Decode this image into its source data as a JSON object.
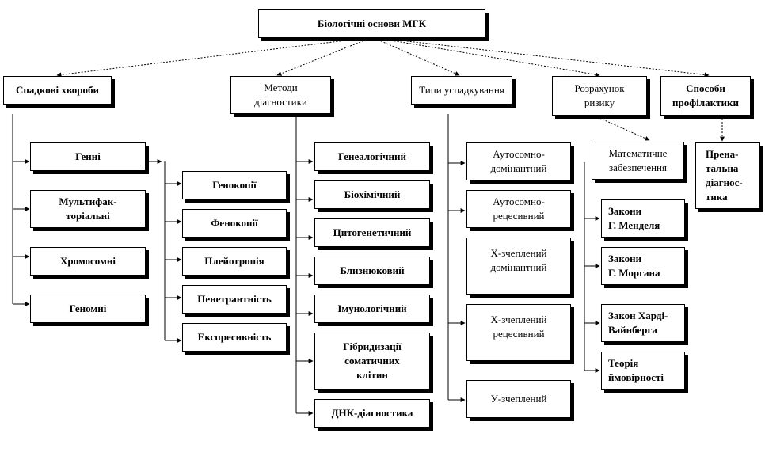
{
  "root": "Біологічні основи  МГК",
  "categories": {
    "hereditary": "Спадкові хвороби",
    "methods": "Методи\nдіагностики",
    "inheritance": "Типи успадкування",
    "risk": "Розрахунок\nризику",
    "prevention": "Способи\nпрофілактики"
  },
  "hereditary_items": [
    "Генні",
    "Мультифак-\nторіальні",
    "Хромосомні",
    "Геномні"
  ],
  "gene_items": [
    "Генокопії",
    "Фенокопії",
    "Плейотропія",
    "Пенетрантність",
    "Експресивність"
  ],
  "method_items": [
    "Генеалогічний",
    "Біохімічний",
    "Цитогенетичний",
    "Близнюковий",
    "Імунологічний",
    "Гібридизації\nсоматичних\nклітин",
    "ДНК-діагностика"
  ],
  "inheritance_items": [
    "Аутосомно-\nдомінантний",
    "Аутосомно-\nрецесивний",
    "Х-зчеплений\nдомінантний",
    "Х-зчеплений\nрецесивний",
    "У-зчеплений"
  ],
  "math_support": "Математичне\nзабезпечення",
  "math_items": [
    "Закони\nГ. Менделя",
    "Закони\nГ. Моргана",
    "Закон Харді-\nВайнберга",
    "Теорія\nймовірності"
  ],
  "prenatal": "Прена-\nтальна\nдіагнос-\nтика"
}
